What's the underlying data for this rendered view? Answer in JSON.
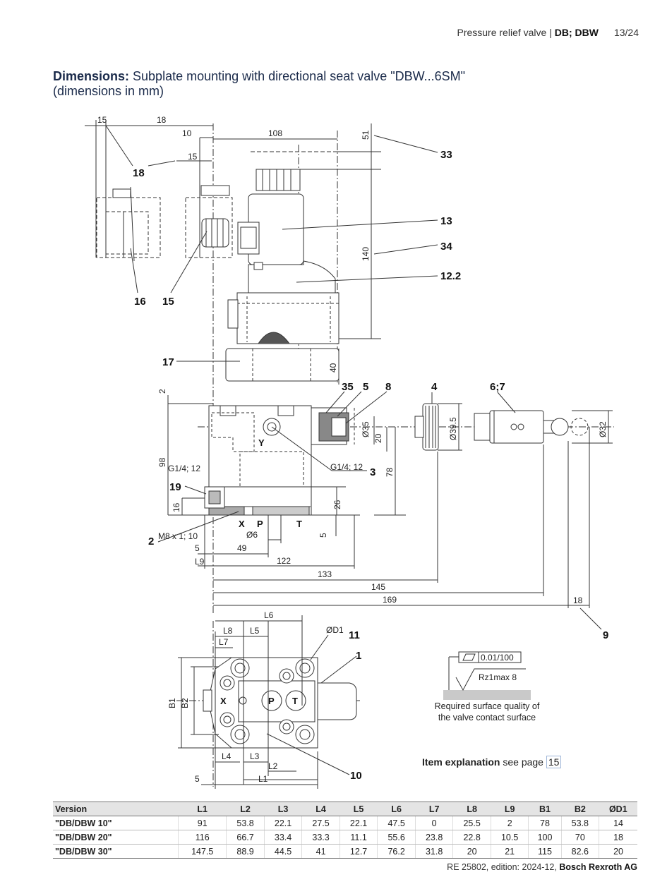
{
  "header": {
    "product": "Pressure relief valve",
    "separator": " | ",
    "model": "DB; DBW",
    "page": "13/24"
  },
  "title": {
    "lead": "Dimensions:",
    "text": " Subplate mounting with directional seat valve \"DBW...6SM\"",
    "subtitle": "(dimensions in mm)"
  },
  "drawing": {
    "dimensions": [
      "15",
      "18",
      "10",
      "108",
      "51",
      "15",
      "140",
      "40",
      "2",
      "98",
      "20",
      "Ø35",
      "78",
      "Ø39.5",
      "Ø32",
      "G1/4; 12",
      "G1/4; 12",
      "16",
      "26",
      "5",
      "M8 x 1; 10",
      "Ø6",
      "5",
      "49",
      "L9",
      "122",
      "133",
      "145",
      "169",
      "18",
      "L6",
      "L8",
      "L5",
      "L7",
      "B1",
      "B2",
      "L4",
      "L3",
      "L2",
      "L1",
      "5",
      "ØD1"
    ],
    "callouts": [
      "18",
      "33",
      "13",
      "34",
      "12.2",
      "16",
      "15",
      "17",
      "35",
      "5",
      "8",
      "4",
      "6;7",
      "3",
      "19",
      "2",
      "9",
      "11",
      "1",
      "10"
    ],
    "port_labels": [
      "Y",
      "X",
      "P",
      "T",
      "X",
      "P",
      "T"
    ],
    "tolerance": "0.01/100",
    "roughness": "Rz1max 8"
  },
  "surface_note": {
    "line1": "Required surface quality of",
    "line2": "the valve contact surface"
  },
  "item_explanation": {
    "bold": "Item explanation",
    "text": " see page ",
    "page": "15"
  },
  "table": {
    "headers": [
      "Version",
      "L1",
      "L2",
      "L3",
      "L4",
      "L5",
      "L6",
      "L7",
      "L8",
      "L9",
      "B1",
      "B2",
      "ØD1"
    ],
    "rows": [
      [
        "\"DB/DBW 10\"",
        "91",
        "53.8",
        "22.1",
        "27.5",
        "22.1",
        "47.5",
        "0",
        "25.5",
        "2",
        "78",
        "53.8",
        "14"
      ],
      [
        "\"DB/DBW 20\"",
        "116",
        "66.7",
        "33.4",
        "33.3",
        "11.1",
        "55.6",
        "23.8",
        "22.8",
        "10.5",
        "100",
        "70",
        "18"
      ],
      [
        "\"DB/DBW 30\"",
        "147.5",
        "88.9",
        "44.5",
        "41",
        "12.7",
        "76.2",
        "31.8",
        "20",
        "21",
        "115",
        "82.6",
        "20"
      ]
    ]
  },
  "footer": {
    "text": "RE 25802, edition: 2024-12, ",
    "company": "Bosch Rexroth AG"
  }
}
